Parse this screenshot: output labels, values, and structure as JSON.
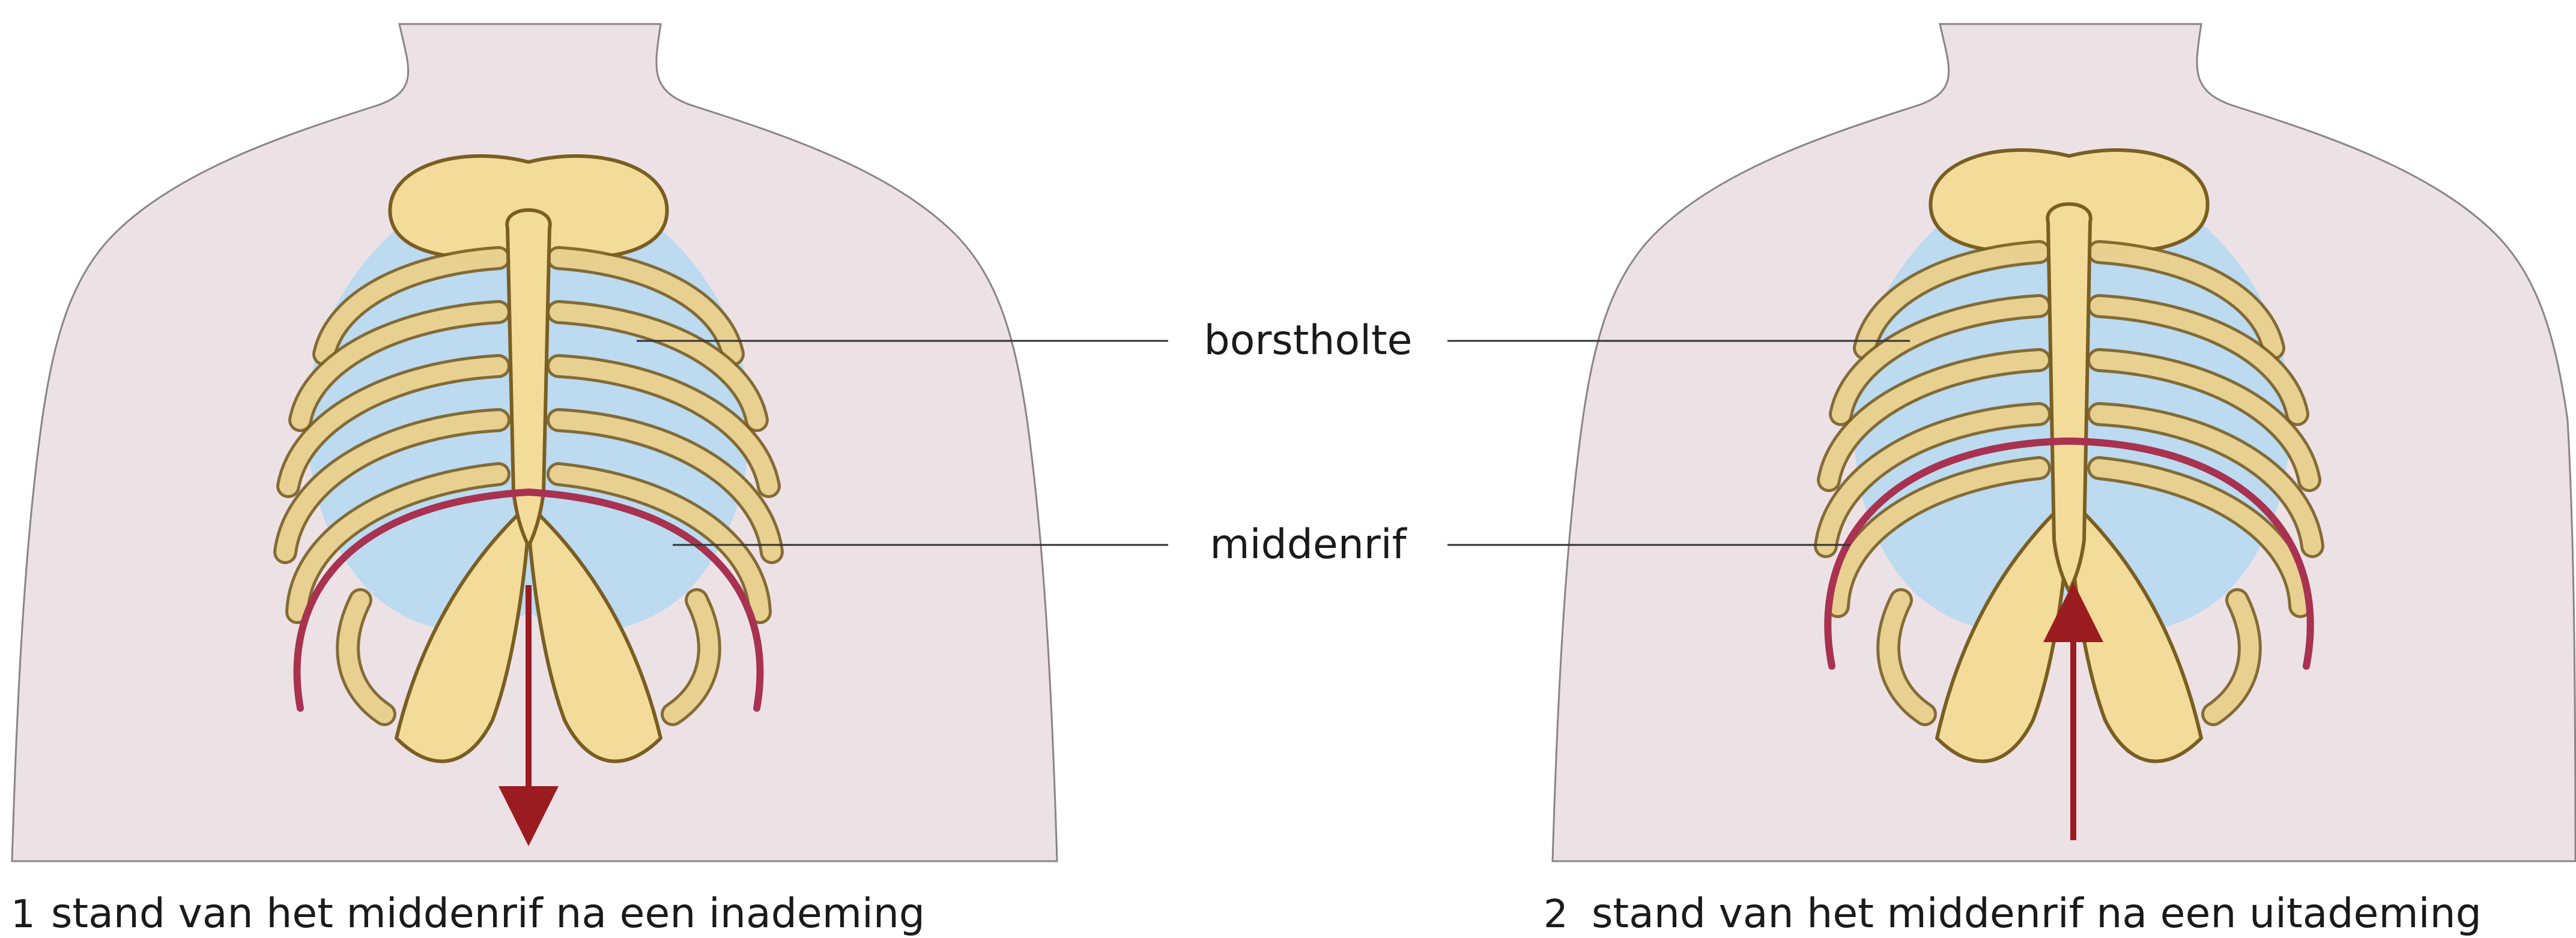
{
  "labels": {
    "chest_cavity": "borstholte",
    "diaphragm": "middenrif"
  },
  "captions": {
    "figure1_number": "1",
    "figure1_text": "stand van het middenrif na een inademing",
    "figure2_number": "2",
    "figure2_text": "stand van het middenrif na een uitademing"
  },
  "colors": {
    "skin": "#ece2e6",
    "skin_outline": "#8a8486",
    "bone": "#f3dc9a",
    "bone_outline": "#7a5e22",
    "lung": "#bcdaf0",
    "diaphragm_line": "#a83250",
    "arrow": "#9b1c20",
    "leader_line": "#333333"
  },
  "arrows": {
    "figure1_direction": "down",
    "figure2_direction": "up"
  }
}
